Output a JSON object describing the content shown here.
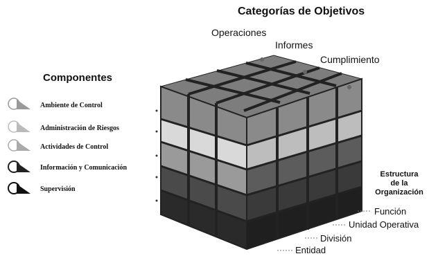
{
  "objectives": {
    "title": "Categorías de Objetivos",
    "items": [
      "Operaciones",
      "Informes",
      "Cumplimiento"
    ]
  },
  "components": {
    "title": "Componentes",
    "items": [
      {
        "label": "Ambiente de Control",
        "icon": "magnifier-icon"
      },
      {
        "label": "Administración de Riesgos",
        "icon": "magnifier-icon"
      },
      {
        "label": "Actividades de Control",
        "icon": "magnifier-icon"
      },
      {
        "label": "Información y Comunicación",
        "icon": "magnifier-icon"
      },
      {
        "label": "Supervisión",
        "icon": "magnifier-icon"
      }
    ]
  },
  "organization": {
    "title_lines": [
      "Estructura",
      "de la",
      "Organización"
    ],
    "items": [
      "Función",
      "Unidad Operativa",
      "División",
      "Entidad"
    ]
  },
  "colors": {
    "ambiente": "#8a8a8a",
    "riesgos": "#d9d9d9",
    "actividades": "#9a9a9a",
    "informacion": "#4a4a4a",
    "supervision": "#2a2a2a",
    "top": "#7d7d7d"
  }
}
